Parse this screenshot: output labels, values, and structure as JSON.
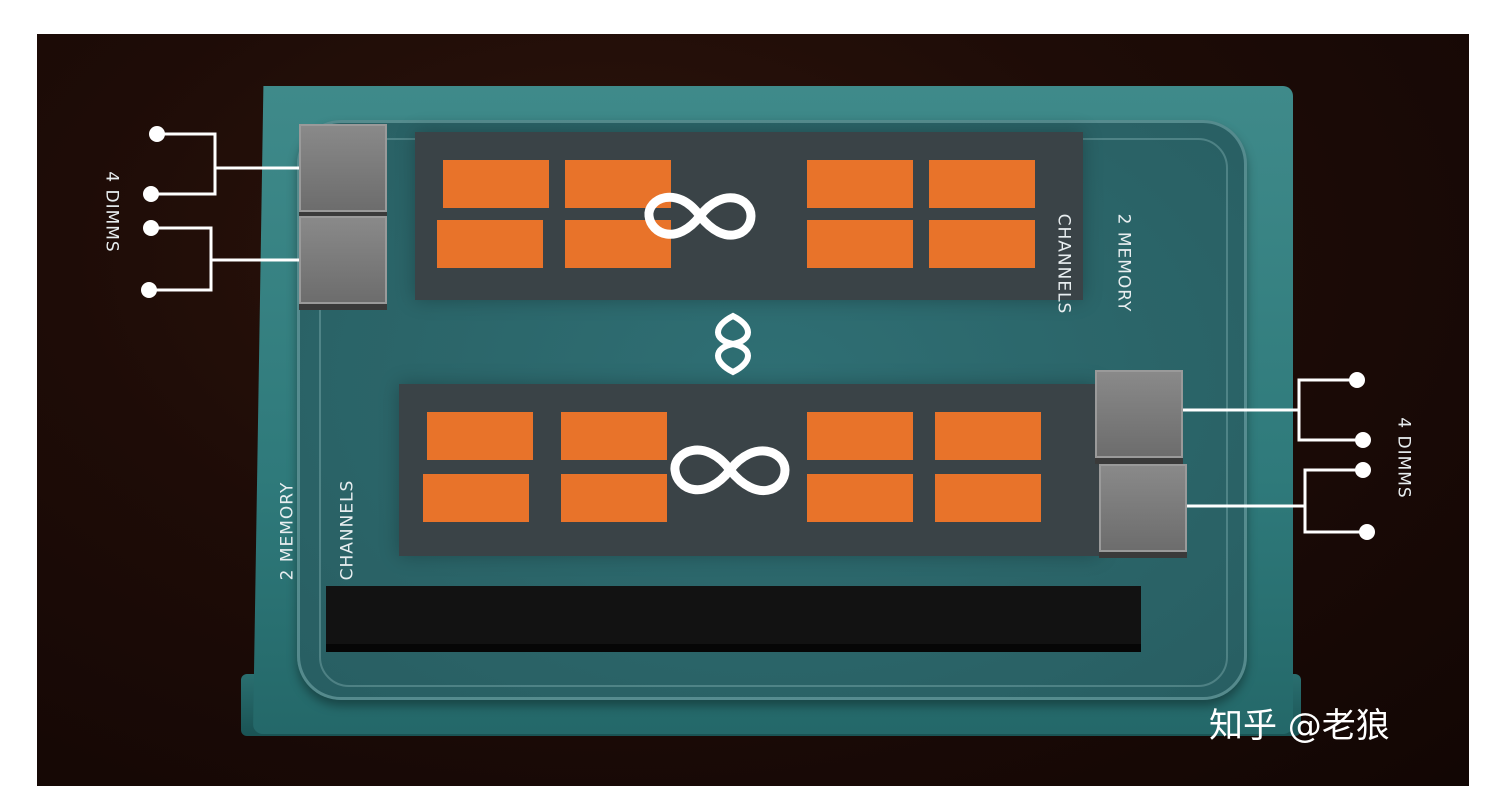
{
  "labels": {
    "left_dimms": "4 DIMMS",
    "right_dimms": "4 DIMMS",
    "top_channels_line1": "2 MEMORY",
    "top_channels_line2": "CHANNELS",
    "bottom_channels_line1": "2 MEMORY",
    "bottom_channels_line2": "CHANNELS"
  },
  "watermark": "知乎 @老狼",
  "colors": {
    "core": "#e8732a",
    "die": "#3a4347",
    "package": "#2f7a7b",
    "background": "#1e0c07"
  }
}
